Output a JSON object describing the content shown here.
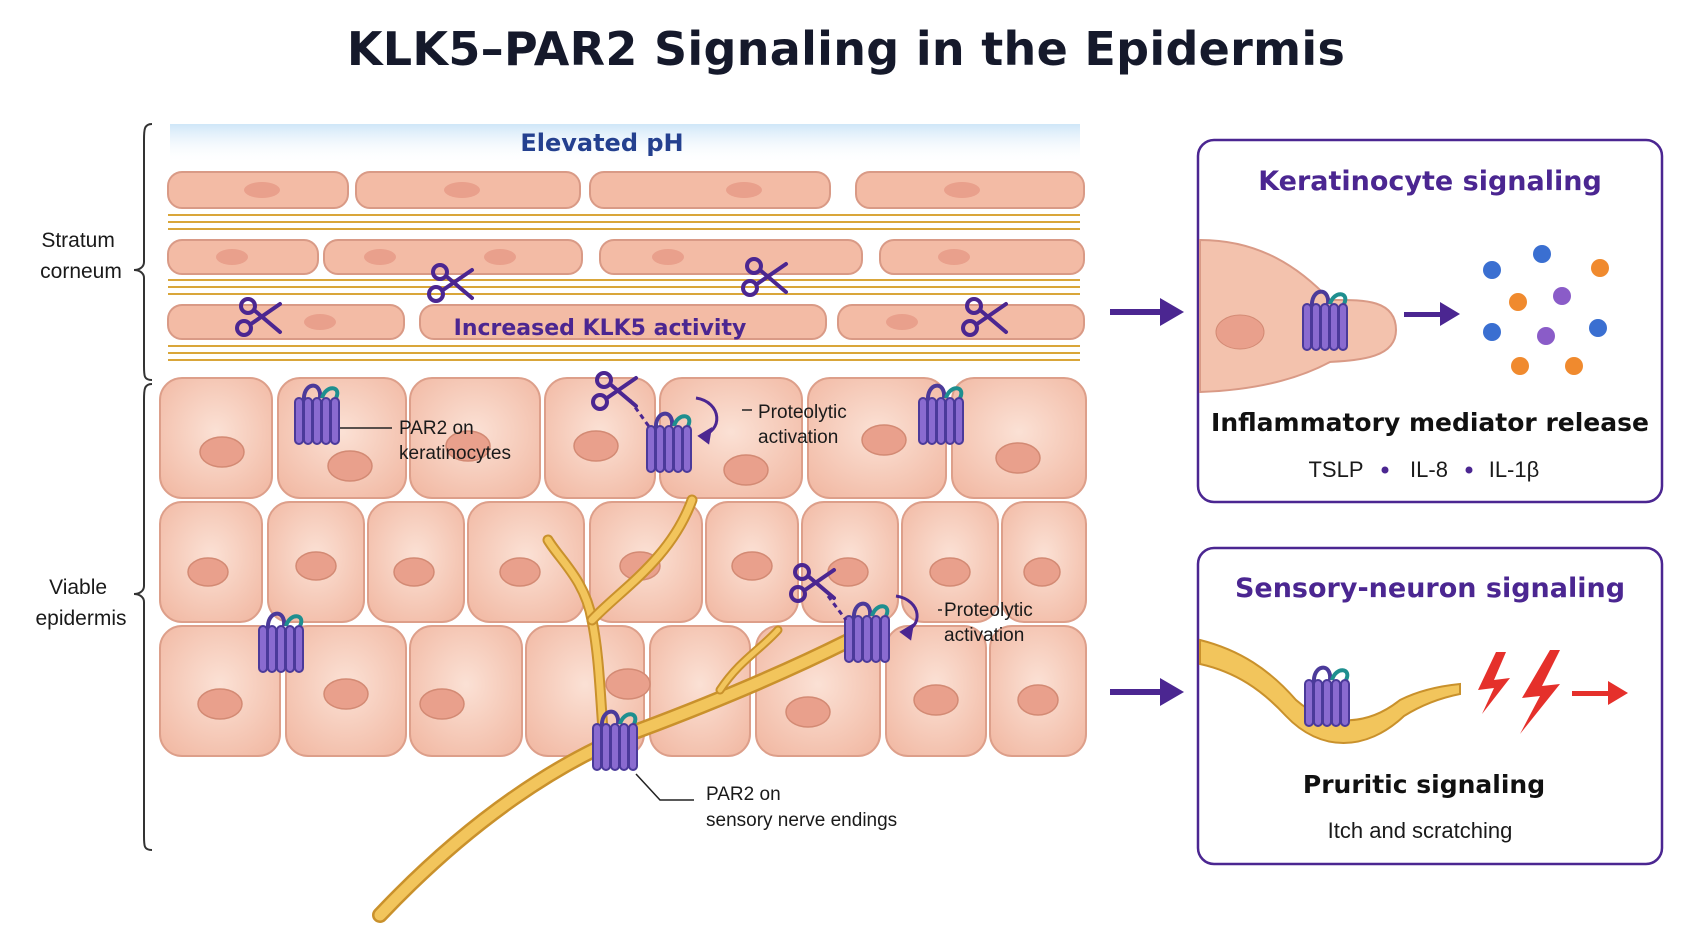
{
  "title": "KLK5–PAR2 Signaling in the Epidermis",
  "labels": {
    "elevated_ph": "Elevated pH",
    "increased_klk5": "Increased KLK5 activity",
    "stratum_corneum": [
      "Stratum",
      "corneum"
    ],
    "viable_epidermis": [
      "Viable",
      "epidermis"
    ],
    "par2_keratinocytes": [
      "PAR2 on",
      "keratinocytes"
    ],
    "proteolytic_1": [
      "Proteolytic",
      "activation"
    ],
    "proteolytic_2": [
      "Proteolytic",
      "activation"
    ],
    "par2_nerve": [
      "PAR2 on",
      "sensory nerve endings"
    ]
  },
  "panel_keratinocyte": {
    "title": "Keratinocyte signaling",
    "subtitle": "Inflammatory mediator release",
    "mediators": [
      "TSLP",
      "IL-8",
      "IL-1β"
    ]
  },
  "panel_neuron": {
    "title": "Sensory-neuron signaling",
    "subtitle": "Pruritic signaling",
    "caption": "Itch and scratching"
  },
  "colors": {
    "cell_fill": "#f6c9b6",
    "cell_stroke": "#d99a86",
    "nucleus": "#e9a08c",
    "nerve": "#eab64a",
    "receptor": "#7a5cc2",
    "receptor_loop": "#1e8f8f",
    "accent_purple": "#4b2691",
    "lipid": "#e0b34a",
    "bolt": "#e5302b"
  },
  "icons": [
    "scissors-icon",
    "par2-receptor-icon",
    "arrow-right-icon",
    "lightning-icon"
  ]
}
